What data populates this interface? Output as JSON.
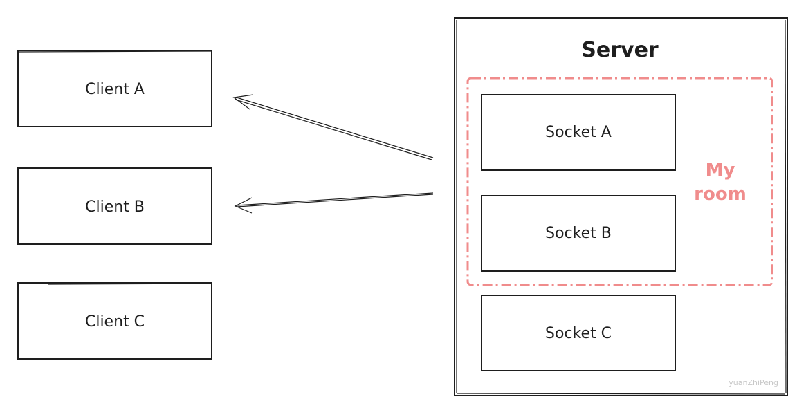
{
  "clients": [
    {
      "label": "Client A"
    },
    {
      "label": "Client B"
    },
    {
      "label": "Client C"
    }
  ],
  "server": {
    "title": "Server",
    "room": {
      "label_line1": "My",
      "label_line2": "room",
      "color": "#f08c8c"
    },
    "sockets": [
      {
        "label": "Socket A"
      },
      {
        "label": "Socket B"
      },
      {
        "label": "Socket C"
      }
    ],
    "watermark": "yuanZhiPeng"
  },
  "arrows": [
    {
      "from": "server",
      "to": "Client A"
    },
    {
      "from": "server",
      "to": "Client B"
    }
  ]
}
